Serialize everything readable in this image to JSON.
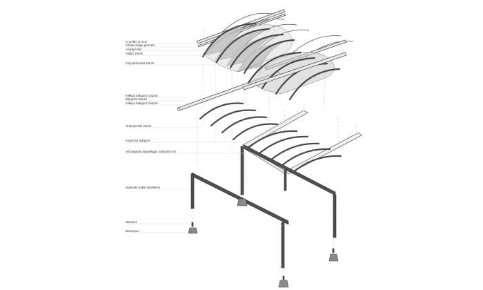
{
  "labels": [
    "U-profiel 10 mm",
    "Antidust tape geboten",
    "Afdekprofiel",
    "Vulfijn 10mm",
    "Polycarbonaat 10mm",
    "Klikkjot bakgoot Carport",
    "Bakgoot carport",
    "Klikkjot bakgoot Carport",
    "Onderprofiel 22mm",
    "Kopschot bakgoot",
    "Verzwaarde dwarsligger 100x200 mm",
    "Staander koker 96x96mm",
    "Stelvoet",
    "Betonpoer"
  ]
}
